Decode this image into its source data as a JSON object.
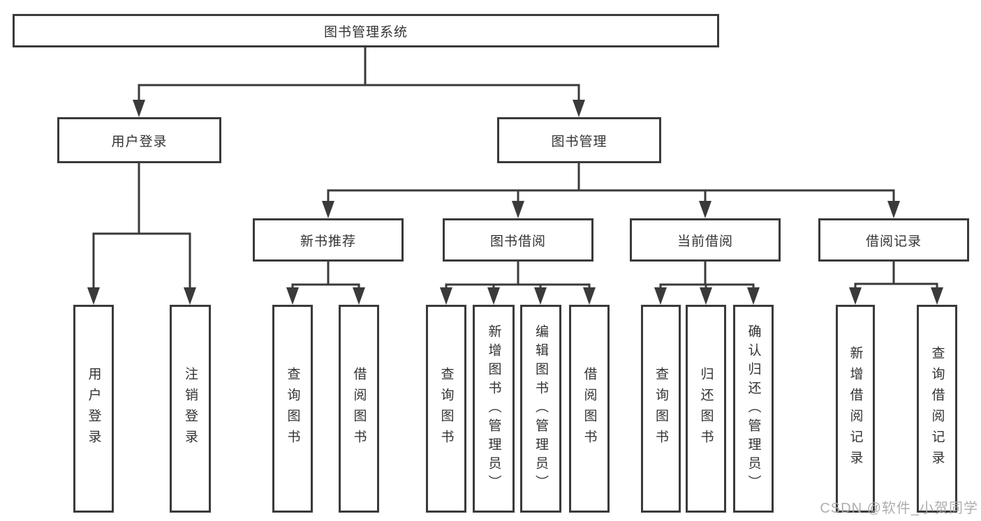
{
  "diagram": {
    "type": "tree",
    "root": "图书管理系统",
    "level2": [
      "用户登录",
      "图书管理"
    ],
    "level3": [
      "新书推荐",
      "图书借阅",
      "当前借阅",
      "借阅记录"
    ],
    "leaves": [
      "用户登录",
      "注销登录",
      "查询图书",
      "借阅图书",
      "查询图书",
      "新增图书（管理员）",
      "编辑图书（管理员）",
      "借阅图书",
      "查询图书",
      "归还图书",
      "确认归还（管理员）",
      "新增借阅记录",
      "查询借阅记录"
    ],
    "edges": [
      {
        "from": "图书管理系统",
        "to": [
          "用户登录",
          "图书管理"
        ]
      },
      {
        "from": "用户登录",
        "to": [
          "用户登录",
          "注销登录"
        ]
      },
      {
        "from": "图书管理",
        "to": [
          "新书推荐",
          "图书借阅",
          "当前借阅",
          "借阅记录"
        ]
      },
      {
        "from": "新书推荐",
        "to": [
          "查询图书",
          "借阅图书"
        ]
      },
      {
        "from": "图书借阅",
        "to": [
          "查询图书",
          "新增图书（管理员）",
          "编辑图书（管理员）",
          "借阅图书"
        ]
      },
      {
        "from": "当前借阅",
        "to": [
          "查询图书",
          "归还图书",
          "确认归还（管理员）"
        ]
      },
      {
        "from": "借阅记录",
        "to": [
          "新增借阅记录",
          "查询借阅记录"
        ]
      }
    ]
  },
  "watermark": "CSDN @软件_小贺同学",
  "colors": {
    "line": "#3a3a3a",
    "box_border": "#3a3a3a",
    "text": "#333333",
    "background": "#ffffff",
    "watermark": "#aaaaaa"
  }
}
